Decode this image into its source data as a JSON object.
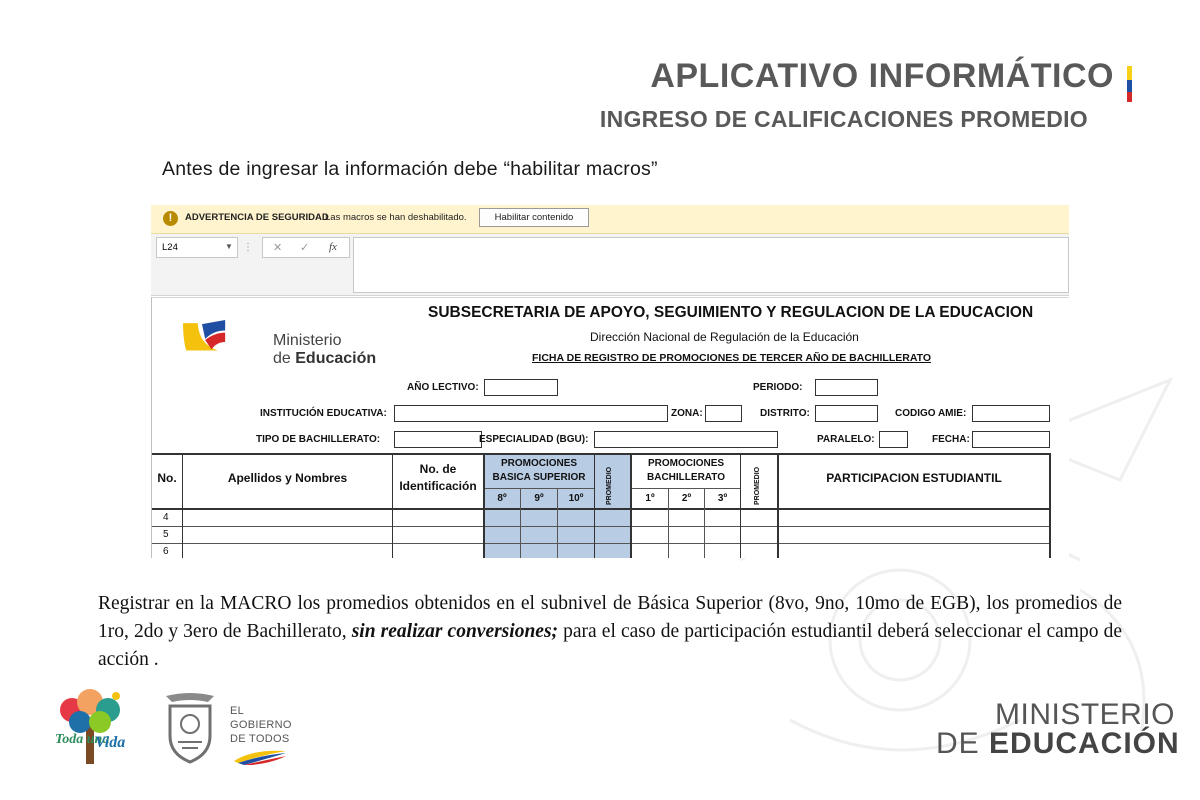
{
  "header": {
    "title": "APLICATIVO INFORMÁTICO",
    "subtitle": "INGRESO DE CALIFICACIONES PROMEDIO",
    "instruction": "Antes de ingresar la información debe “habilitar macros”"
  },
  "excel": {
    "security_bar": {
      "title": "ADVERTENCIA DE SEGURIDAD",
      "message": "Las macros se han deshabilitado.",
      "button": "Habilitar contenido"
    },
    "formula_bar": {
      "name_box": "L24",
      "fx": "fx"
    },
    "sheet": {
      "logo_line1": "Ministerio",
      "logo_line2a": "de ",
      "logo_line2b": "Educación",
      "title": "SUBSECRETARIA DE APOYO, SEGUIMIENTO Y REGULACION DE LA EDUCACION",
      "subtitle": "Dirección Nacional de Regulación de la Educación",
      "form_title": "FICHA DE REGISTRO DE PROMOCIONES DE TERCER AÑO DE BACHILLERATO",
      "fields": {
        "anio_lectivo": "AÑO LECTIVO:",
        "periodo": "PERIODO:",
        "institucion": "INSTITUCIÓN EDUCATIVA:",
        "zona": "ZONA:",
        "distrito": "DISTRITO:",
        "codigo_amie": "CODIGO AMIE:",
        "tipo_bachillerato": "TIPO DE BACHILLERATO:",
        "especialidad": "ESPECIALIDAD (BGU):",
        "paralelo": "PARALELO:",
        "fecha": "FECHA:"
      },
      "table": {
        "col_no": "No.",
        "col_nombres": "Apellidos y Nombres",
        "col_id_1": "No. de",
        "col_id_2": "Identificación",
        "promo_basica_1": "PROMOCIONES",
        "promo_basica_2": "BASICA SUPERIOR",
        "promedio": "PROMEDIO",
        "promo_bach_1": "PROMOCIONES",
        "promo_bach_2": "BACHILLERATO",
        "participacion": "PARTICIPACION ESTUDIANTIL",
        "basica_grades": [
          "8º",
          "9º",
          "10º"
        ],
        "bach_grades": [
          "1º",
          "2º",
          "3º"
        ],
        "rows": [
          "4",
          "5",
          "6"
        ]
      }
    }
  },
  "paragraph": {
    "part1": "Registrar en la MACRO los promedios obtenidos en el subnivel de Básica Superior (8vo, 9no, 10mo de EGB), los promedios de 1ro, 2do y 3ero de Bachillerato, ",
    "emphasis": "sin realizar conversiones;",
    "part2": " para el caso de participación estudiantil deberá seleccionar el campo de acción ."
  },
  "footer": {
    "toda_una": "Toda una",
    "vida": "Vida",
    "gobierno_1": "EL",
    "gobierno_2": "GOBIERNO",
    "gobierno_3": "DE TODOS",
    "ministerio_1": "MINISTERIO",
    "ministerio_2a": "DE ",
    "ministerio_2b": "EDUCACIÓN"
  },
  "colors": {
    "heading_gray": "#595959",
    "security_bar": "#fff4ce",
    "grade_column_blue": "#b8cce4",
    "flag_yellow": "#f7d117",
    "flag_blue": "#1f4fa3",
    "flag_red": "#d62828"
  }
}
